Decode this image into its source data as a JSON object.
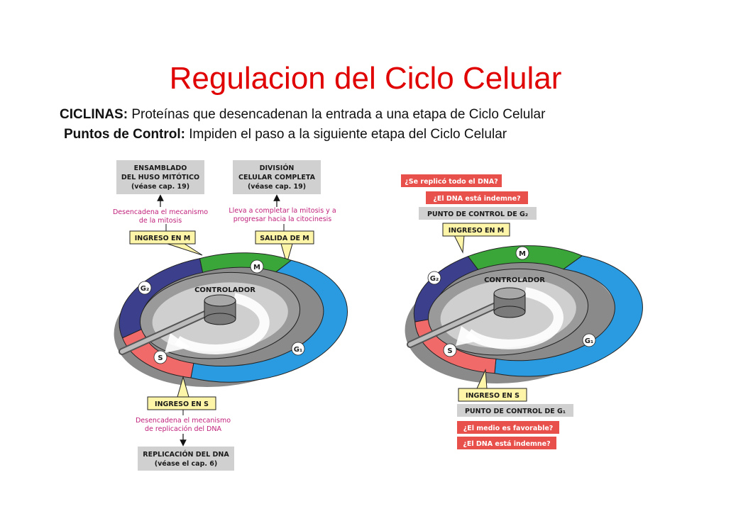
{
  "title": "Regulacion del Ciclo Celular",
  "lines": {
    "l1_bold": "CICLINAS:",
    "l1_text": " Proteínas que desencadenan la entrada  a una etapa de Ciclo Celular",
    "l2_bold": "Puntos de Control:",
    "l2_text": " Impiden el paso  a la siguiente etapa del Ciclo Celular"
  },
  "left": {
    "box_ensamblado": [
      "ENSAMBLADO",
      "DEL HUSO MITÓTICO",
      "(véase cap. 19)"
    ],
    "box_division": [
      "DIVISIÓN",
      "CELULAR COMPLETA",
      "(véase cap. 19)"
    ],
    "note_mitosis": [
      "Desencadena el mecanismo",
      "de la mitosis"
    ],
    "note_citocinesis": [
      "Lleva a completar la mitosis y a",
      "progresar hacia la citocinesis"
    ],
    "tag_ingreso_m": "INGRESO EN M",
    "tag_salida_m": "SALIDA DE M",
    "seg_m": "M",
    "seg_g2": "G₂",
    "seg_g1": "G₁",
    "seg_s": "S",
    "controller": "CONTROLADOR",
    "tag_ingreso_s": "INGRESO EN S",
    "note_replicacion": [
      "Desencadena el mecanismo",
      "de replicación del DNA"
    ],
    "box_replicacion": [
      "REPLICACIÓN DEL DNA",
      "(véase el cap. 6)"
    ]
  },
  "right": {
    "q_replico": "¿Se replicó todo el DNA?",
    "q_indemne_top": "¿El DNA está indemne?",
    "checkpoint_g2": "PUNTO DE CONTROL DE G₂",
    "tag_ingreso_m": "INGRESO EN M",
    "seg_m": "M",
    "seg_g2": "G₂",
    "seg_g1": "G₁",
    "seg_s": "S",
    "controller": "CONTROLADOR",
    "tag_ingreso_s": "INGRESO EN S",
    "checkpoint_g1": "PUNTO DE CONTROL DE G₁",
    "q_favorable": "¿El medio es favorable?",
    "q_indemne_bottom": "¿El DNA está indemne?"
  },
  "colors": {
    "title": "#e00000",
    "m_phase": "#3aa63a",
    "g2_phase": "#3b3f8c",
    "s_phase": "#f06a6a",
    "g1_phase": "#2a9be0",
    "box_gray": "#d0d0d0",
    "tag_yellow": "#fff5a8",
    "question_red": "#e8504c"
  }
}
